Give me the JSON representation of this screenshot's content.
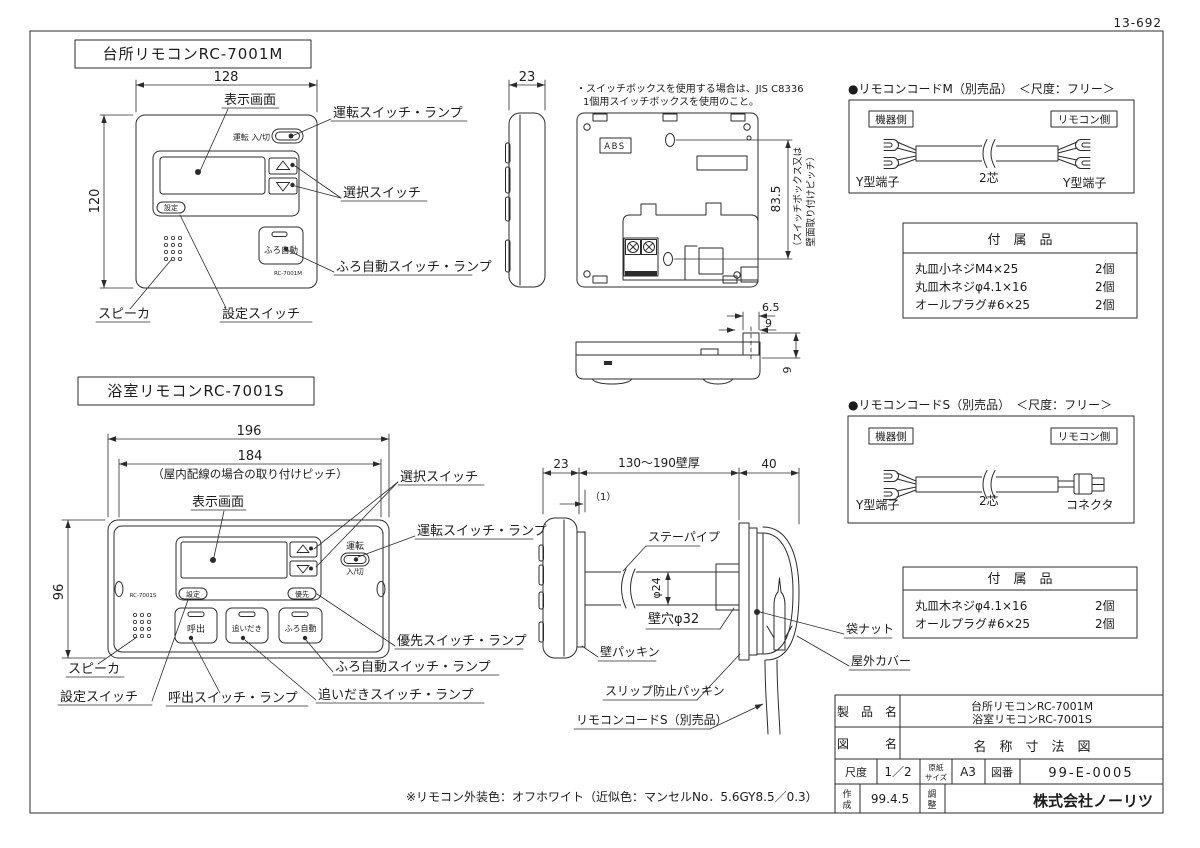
{
  "page": {
    "sheet_ref": "13-692",
    "color_note": "※リモコン外装色：オフホワイト（近似色：マンセルNo．5.6GY8.5／0.3）"
  },
  "kitchen": {
    "title": "台所リモコンRC-7001M",
    "switch_box_note_1": "・スイッチボックスを使用する場合は、JIS C8336",
    "switch_box_note_2": "1個用スイッチボックスを使用のこと。",
    "material": "ABS",
    "model": "RC-7001M",
    "front": {
      "power_caption": "運転 入/切",
      "set_button": "設定",
      "furo_button": "ふろ自動"
    },
    "dims": {
      "width": "128",
      "height": "120",
      "depth": "23",
      "back_pitch": "83.5",
      "back_pitch_note_1": "（スイッチボックス又は",
      "back_pitch_note_2": "壁面取り付けピッチ）",
      "bottom_w": "6.5",
      "bottom_w2": "9",
      "bottom_h": "9"
    },
    "labels": {
      "display": "表示画面",
      "power": "運転スイッチ・ランプ",
      "select": "選択スイッチ",
      "furo": "ふろ自動スイッチ・ランプ",
      "speaker": "スピーカ",
      "set": "設定スイッチ"
    }
  },
  "cord_m": {
    "title": "●リモコンコードM（別売品）　＜尺度：フリー＞",
    "device_side": "機器側",
    "remote_side": "リモコン側",
    "terminal_left": "Y型端子",
    "core": "2芯",
    "terminal_right": "Y型端子"
  },
  "accessories_m": {
    "title": "付　属　品",
    "rows": [
      {
        "name": "丸皿小ネジM4×25",
        "qty": "2個"
      },
      {
        "name": "丸皿木ネジφ4.1×16",
        "qty": "2個"
      },
      {
        "name": "オールプラグ#6×25",
        "qty": "2個"
      }
    ]
  },
  "bath": {
    "title": "浴室リモコンRC-7001S",
    "model": "RC-7001S",
    "front": {
      "power_top": "運転",
      "power_bottom": "入/切",
      "set_button": "設定",
      "priority_button": "優先",
      "call_button": "呼出",
      "reheat_button": "追いだき",
      "furo_button": "ふろ自動"
    },
    "dims": {
      "width": "196",
      "pitch": "184",
      "pitch_note": "（屋内配線の場合の取り付けピッチ）",
      "height": "96"
    },
    "labels": {
      "display": "表示画面",
      "select": "選択スイッチ",
      "power": "運転スイッチ・ランプ",
      "priority": "優先スイッチ・ランプ",
      "furo": "ふろ自動スイッチ・ランプ",
      "reheat": "追いだきスイッチ・ランプ",
      "call": "呼出スイッチ・ランプ",
      "set": "設定スイッチ",
      "speaker": "スピーカ"
    }
  },
  "section": {
    "dims": {
      "depth": "23",
      "wall": "130～190壁厚",
      "back": "40",
      "clearance": "（1）",
      "pipe": "φ24",
      "hole": "壁穴φ32"
    },
    "labels": {
      "stay_pipe": "ステーパイプ",
      "wall_packing": "壁パッキン",
      "slip_packing": "スリップ防止パッキン",
      "cord": "リモコンコードS（別売品）",
      "bag_nut": "袋ナット",
      "outdoor_cover": "屋外カバー"
    }
  },
  "cord_s": {
    "title": "●リモコンコードS（別売品）　＜尺度：フリー＞",
    "device_side": "機器側",
    "remote_side": "リモコン側",
    "terminal_left": "Y型端子",
    "core": "2芯",
    "connector": "コネクタ"
  },
  "accessories_s": {
    "title": "付　属　品",
    "rows": [
      {
        "name": "丸皿木ネジφ4.1×16",
        "qty": "2個"
      },
      {
        "name": "オールプラグ#6×25",
        "qty": "2個"
      }
    ]
  },
  "title_block": {
    "product_label": "製　品　名",
    "product_line1": "台所リモコンRC-7001M",
    "product_line2": "浴室リモコンRC-7001S",
    "drawing_label": "図　　　名",
    "drawing_title": "名　称　寸　法　図",
    "scale_label": "尺度",
    "scale_value": "1／2",
    "paper_label_1": "原紙",
    "paper_label_2": "サイズ",
    "paper_value": "A3",
    "fig_no_label": "図番",
    "fig_no_value": "99-E-0005",
    "created_label_1": "作",
    "created_label_2": "成",
    "created_value": "99.4.5",
    "adjust_label_1": "調",
    "adjust_label_2": "整",
    "company": "株式会社ノーリツ"
  }
}
